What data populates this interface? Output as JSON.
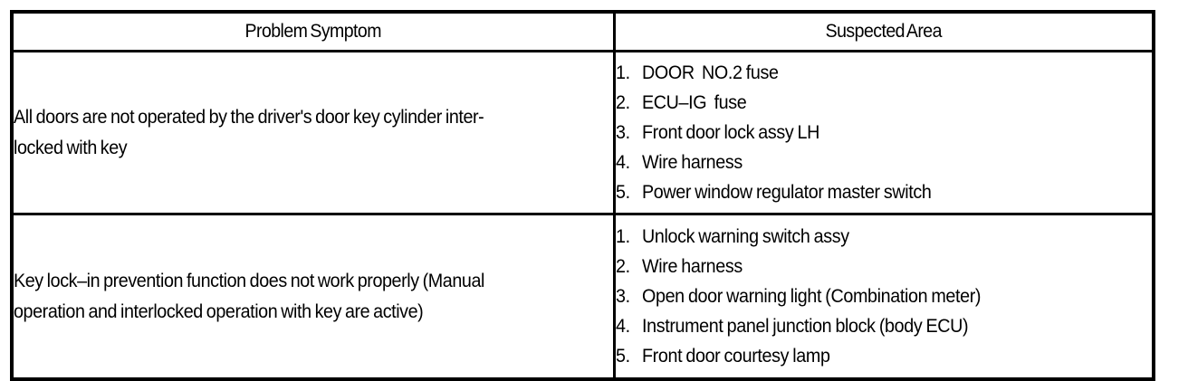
{
  "table": {
    "headers": {
      "symptom": "Problem Symptom",
      "area": "Suspected Area"
    },
    "rows": [
      {
        "symptom": "All doors are not operated by the driver's door key cylinder inter-\nlocked with key",
        "areas": [
          {
            "num": "1.",
            "label": "DOOR  NO.2 fuse"
          },
          {
            "num": "2.",
            "label": "ECU–IG  fuse"
          },
          {
            "num": "3.",
            "label": "Front door lock assy LH"
          },
          {
            "num": "4.",
            "label": "Wire harness"
          },
          {
            "num": "5.",
            "label": "Power window regulator master switch"
          }
        ]
      },
      {
        "symptom": "Key lock–in prevention function does not work properly (Manual\noperation and interlocked operation with key are active)",
        "areas": [
          {
            "num": "1.",
            "label": "Unlock warning switch assy"
          },
          {
            "num": "2.",
            "label": "Wire harness"
          },
          {
            "num": "3.",
            "label": "Open door warning light (Combination meter)"
          },
          {
            "num": "4.",
            "label": "Instrument panel junction block (body ECU)"
          },
          {
            "num": "5.",
            "label": "Front door courtesy lamp"
          }
        ]
      }
    ]
  },
  "colors": {
    "ink": "#000000",
    "paper": "#ffffff"
  }
}
